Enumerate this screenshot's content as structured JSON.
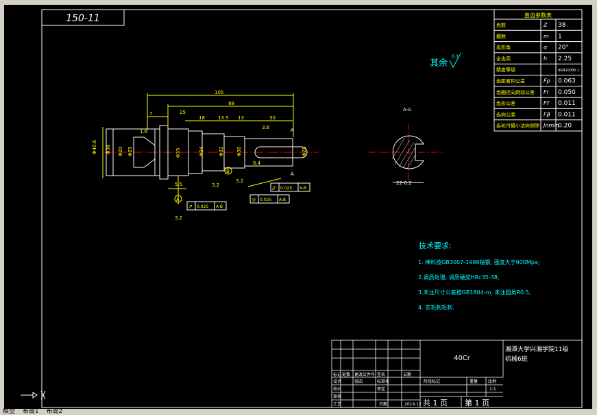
{
  "drawing_number": "150-11",
  "roughness_note": {
    "label": "其余",
    "value": "6.3"
  },
  "section_label": "A-A",
  "section_dim": "22-0.2",
  "params_table": {
    "title": "直齿参数表",
    "rows": [
      {
        "name": "齿数",
        "symbol": "Z",
        "value": "38"
      },
      {
        "name": "模数",
        "symbol": "m",
        "value": "1"
      },
      {
        "name": "齿形角",
        "symbol": "α",
        "value": "20°"
      },
      {
        "name": "全齿高",
        "symbol": "h",
        "value": "2.25"
      },
      {
        "name": "精度等级",
        "symbol": "",
        "value": "8GB10095.1"
      },
      {
        "name": "齿距累积公差",
        "symbol": "Fp",
        "value": "0.063"
      },
      {
        "name": "齿圈径向跳动公差",
        "symbol": "Fr",
        "value": "0.050"
      },
      {
        "name": "齿形公差",
        "symbol": "Ff",
        "value": "0.011"
      },
      {
        "name": "齿向公差",
        "symbol": "Fβ",
        "value": "0.011"
      },
      {
        "name": "齿轮付最小法向侧隙",
        "symbol": "Jnmin",
        "value": "0.20"
      }
    ]
  },
  "tech_requirements": {
    "title": "技术要求:",
    "items": [
      "1. 棒料按GB3007-1998轴钢, 强度大于900Mpa;",
      "2.调质处理, 调质硬度HRc35-38;",
      "3.未注尺寸公差按GB1804-m, 未注圆角R0.5;",
      "4. 去毛刺毛刺."
    ]
  },
  "dims": {
    "d105": "105",
    "d88": "88",
    "d25": "25",
    "d7": "7",
    "d18": "18",
    "d135": "13.5",
    "d13": "13",
    "d30": "30",
    "d55": "5.5",
    "d32a": "3.2",
    "d32b": "3.2",
    "d32c": "3.2",
    "d16": "1.6",
    "d64": "6.4",
    "dia_left": "Φ40.6",
    "dia_38": "Φ38",
    "dia_20": "Φ20",
    "dia_hub": "Φ35",
    "dia_34": "Φ34",
    "dia_32": "Φ32",
    "dia_30": "Φ30",
    "dia_28": "Φ28",
    "dia_25": "Φ25",
    "key_dim": "3.6",
    "datum_a": "A",
    "datum_b": "B",
    "datum_a2": "A",
    "datum_a3": "A"
  },
  "tolerance_frames": [
    {
      "symbol": "//",
      "value": "0.025",
      "datum": "A-B"
    },
    {
      "symbol": "◎",
      "value": "0.025",
      "datum": "A-B"
    },
    {
      "symbol": "↗",
      "value": "0.025",
      "datum": "A-B"
    }
  ],
  "title_block": {
    "material": "40Cr",
    "school": "湘潭大学兴湘学院11级机械6班",
    "header_row": [
      "标记",
      "处数",
      "更改文件号",
      "签名",
      "日期"
    ],
    "rows": [
      {
        "role": "设计",
        "name": "张四",
        "tag": "标准化"
      },
      {
        "role": "校对",
        "name": "",
        "tag": "审定"
      },
      {
        "role": "审核",
        "name": "",
        "tag": ""
      },
      {
        "role": "工艺",
        "name": "",
        "tag": "日期"
      }
    ],
    "date": "2014.12",
    "stage_labels": [
      "阶段标记",
      "重量",
      "比例"
    ],
    "scale": "1:1",
    "sheets": "共 1 页",
    "sheet": "第 1 页"
  },
  "tabs": [
    "模型",
    "布局1",
    "布局2"
  ]
}
